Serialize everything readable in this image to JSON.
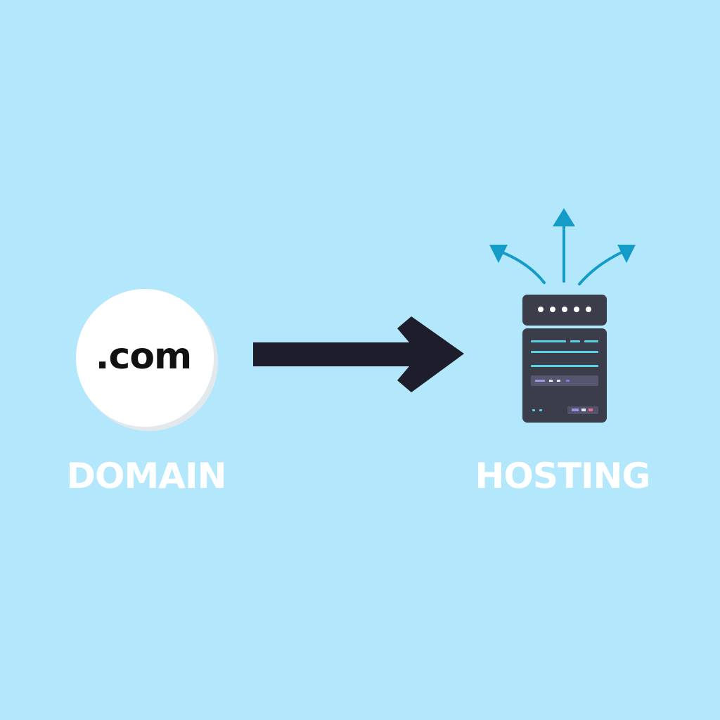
{
  "domain": {
    "circle_text": ".com",
    "label": "DOMAIN"
  },
  "hosting": {
    "label": "HOSTING"
  },
  "colors": {
    "background": "#b3e7fb",
    "circle_fill": "#ffffff",
    "circle_text": "#111111",
    "label_text": "#ffffff",
    "connector_arrow": "#1d1d2b",
    "server_body": "#3c3d4a",
    "server_line": "#5ad2e6",
    "server_dot": "#ffffff",
    "signal_arrow": "#149bc8"
  },
  "icons": {
    "connector": "arrow-right-icon",
    "server": "server-icon",
    "signals": "broadcast-arrows-icon"
  }
}
